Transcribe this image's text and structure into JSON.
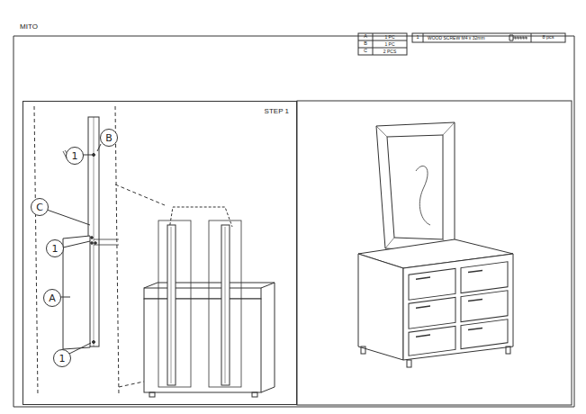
{
  "diagram": {
    "title": "MITO",
    "nodes": [
      {
        "text": [
          "STEP 1"
        ]
      },
      {
        "text": [
          "1"
        ],
        "in": 0
      },
      {
        "text": [
          "B"
        ],
        "in": 0
      },
      {
        "text": [
          "C"
        ],
        "in": 0
      },
      {
        "text": [
          "1"
        ],
        "in": 0
      },
      {
        "text": [
          "A"
        ],
        "in": 0
      },
      {
        "text": [
          "1"
        ],
        "in": 0
      }
    ],
    "labels": [
      "A",
      "1 PC",
      "B",
      "1 PC",
      "C",
      "2 PCS",
      "1",
      "WOOD SCREW M4 x 32mm",
      "8 pcs"
    ]
  }
}
